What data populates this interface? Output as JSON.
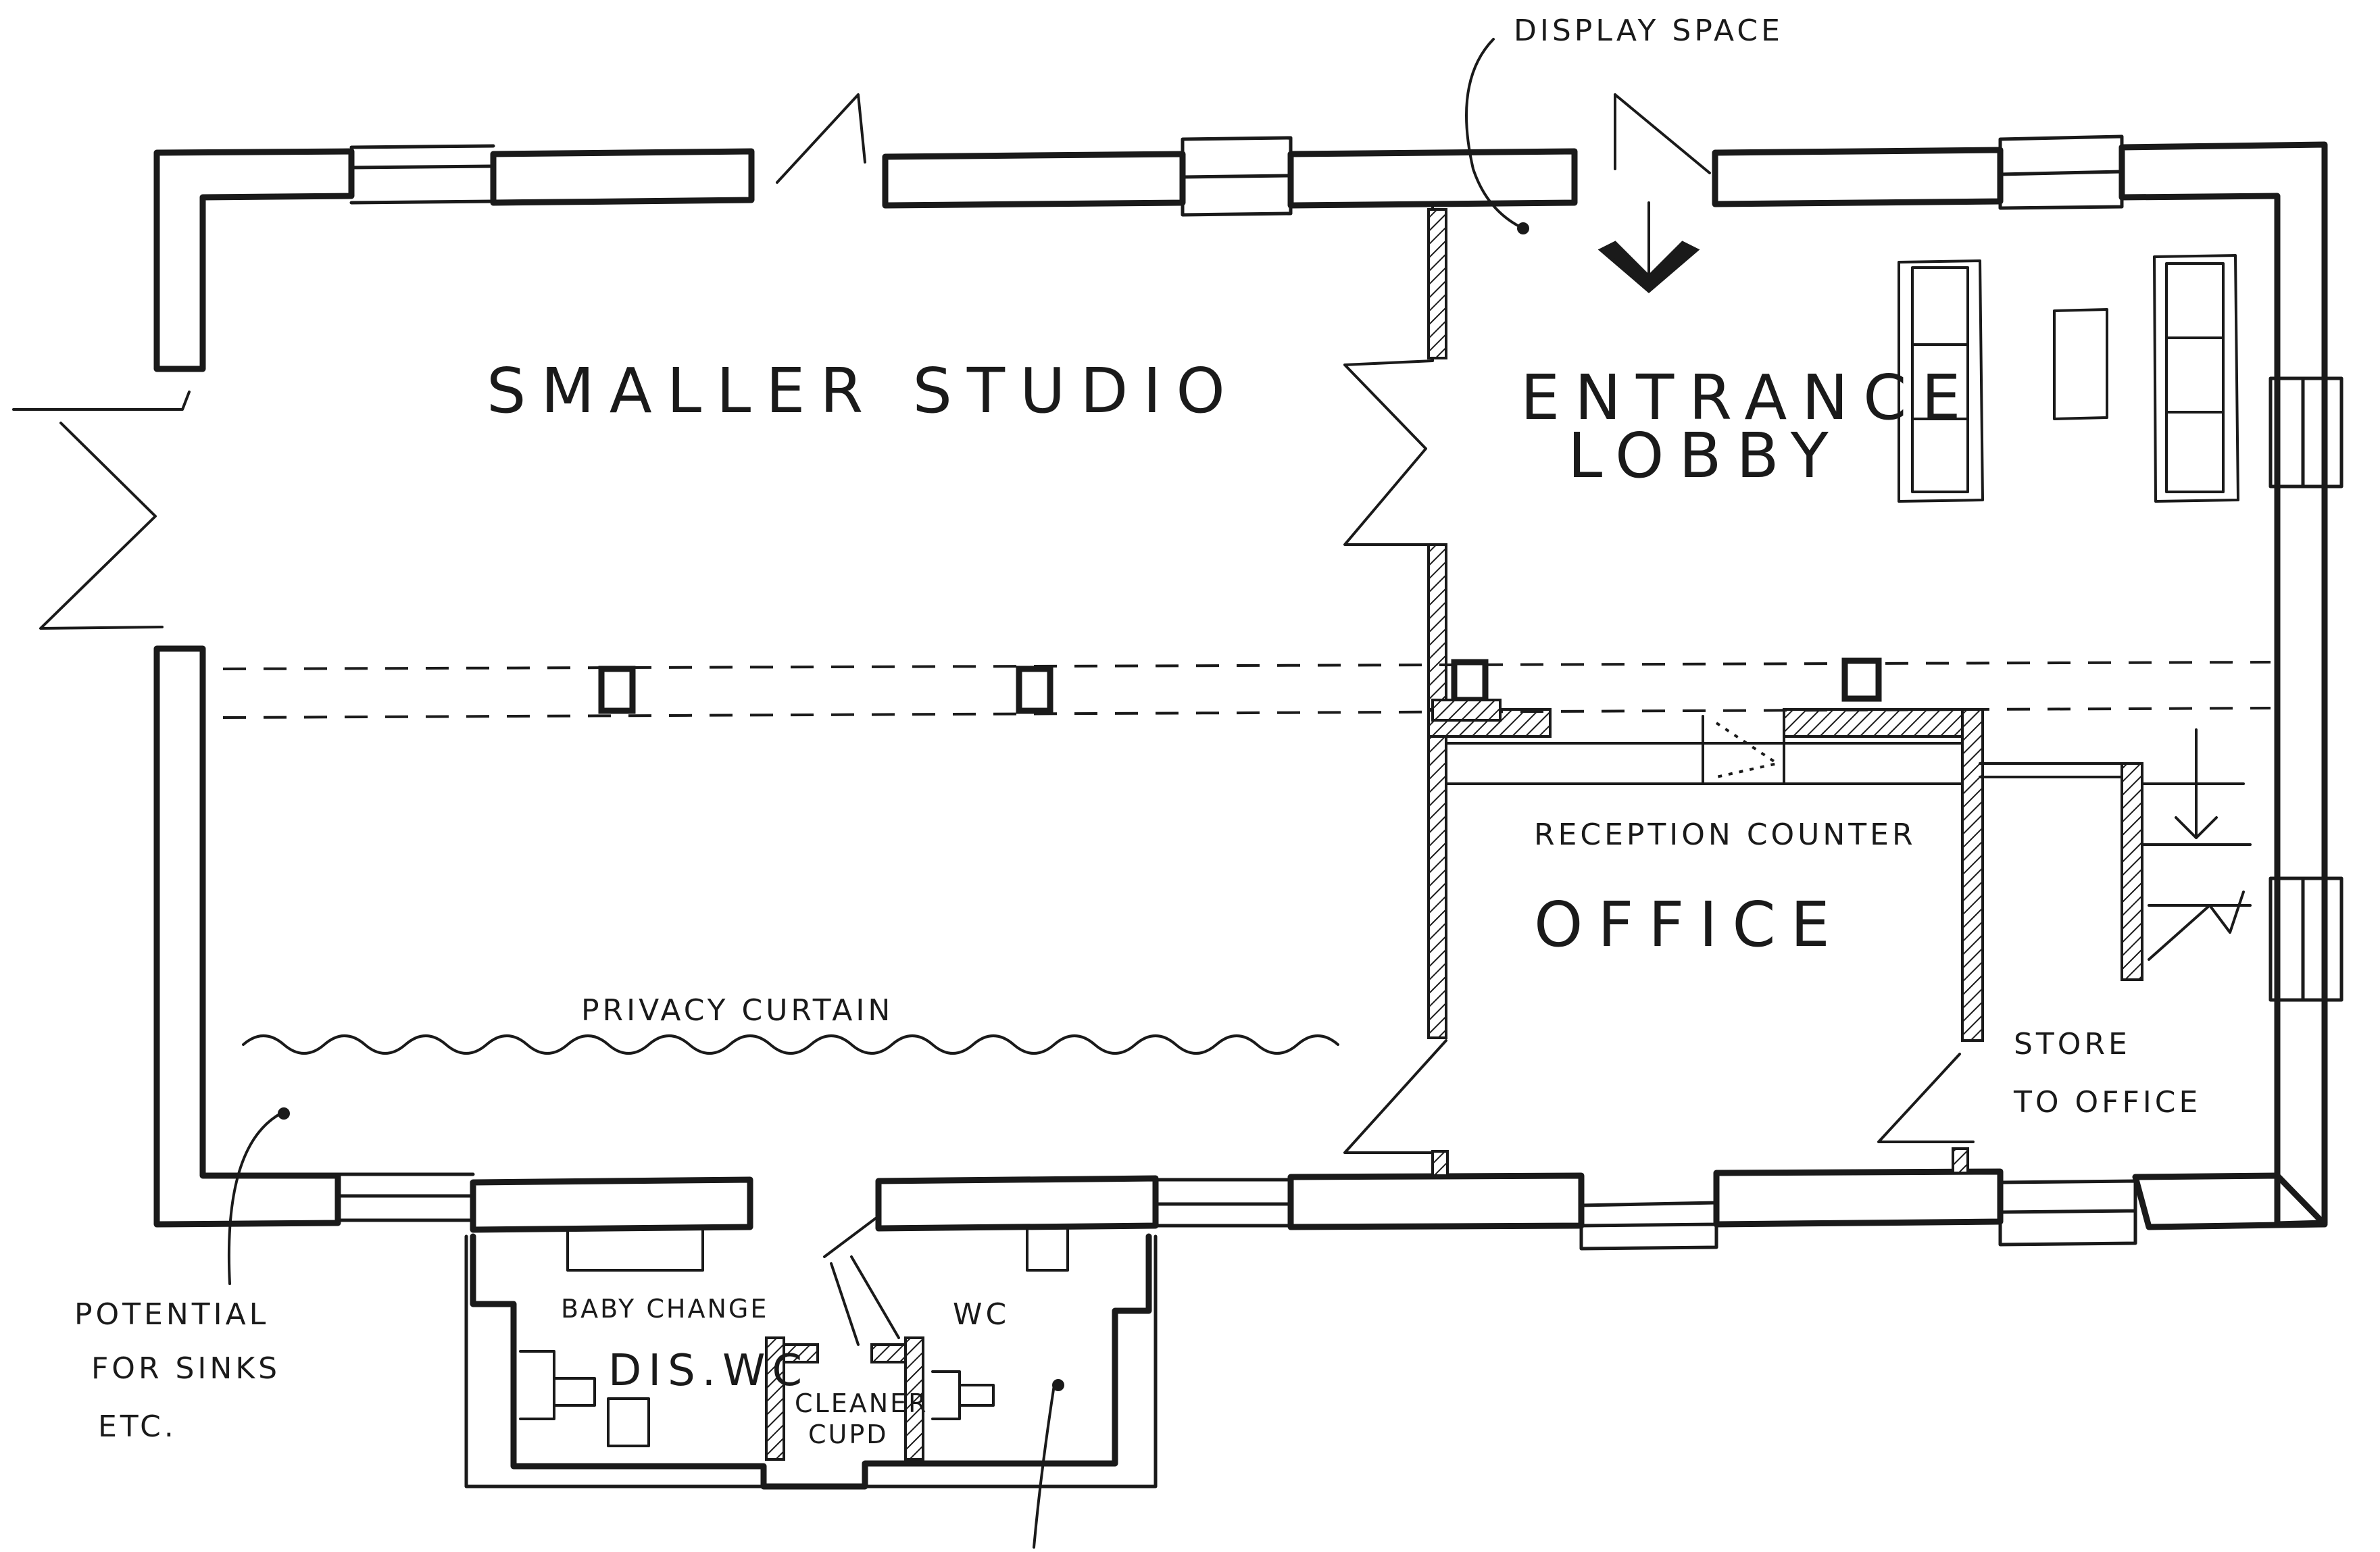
{
  "labels": {
    "display_space": "DISPLAY SPACE",
    "smaller_studio": "SMALLER STUDIO",
    "entrance_lobby_line1": "ENTRANCE",
    "entrance_lobby_line2": "LOBBY",
    "reception_counter": "RECEPTION COUNTER",
    "office": "OFFICE",
    "privacy_curtain": "PRIVACY CURTAIN",
    "store_line1": "STORE",
    "store_line2": "TO OFFICE",
    "potential_line1": "POTENTIAL",
    "potential_line2": "FOR SINKS",
    "potential_line3": "ETC.",
    "baby_change": "BABY CHANGE",
    "wc": "WC",
    "dis_wc": "DIS.WC",
    "cleaner_line1": "CLEANER",
    "cleaner_line2": "CUPD"
  }
}
